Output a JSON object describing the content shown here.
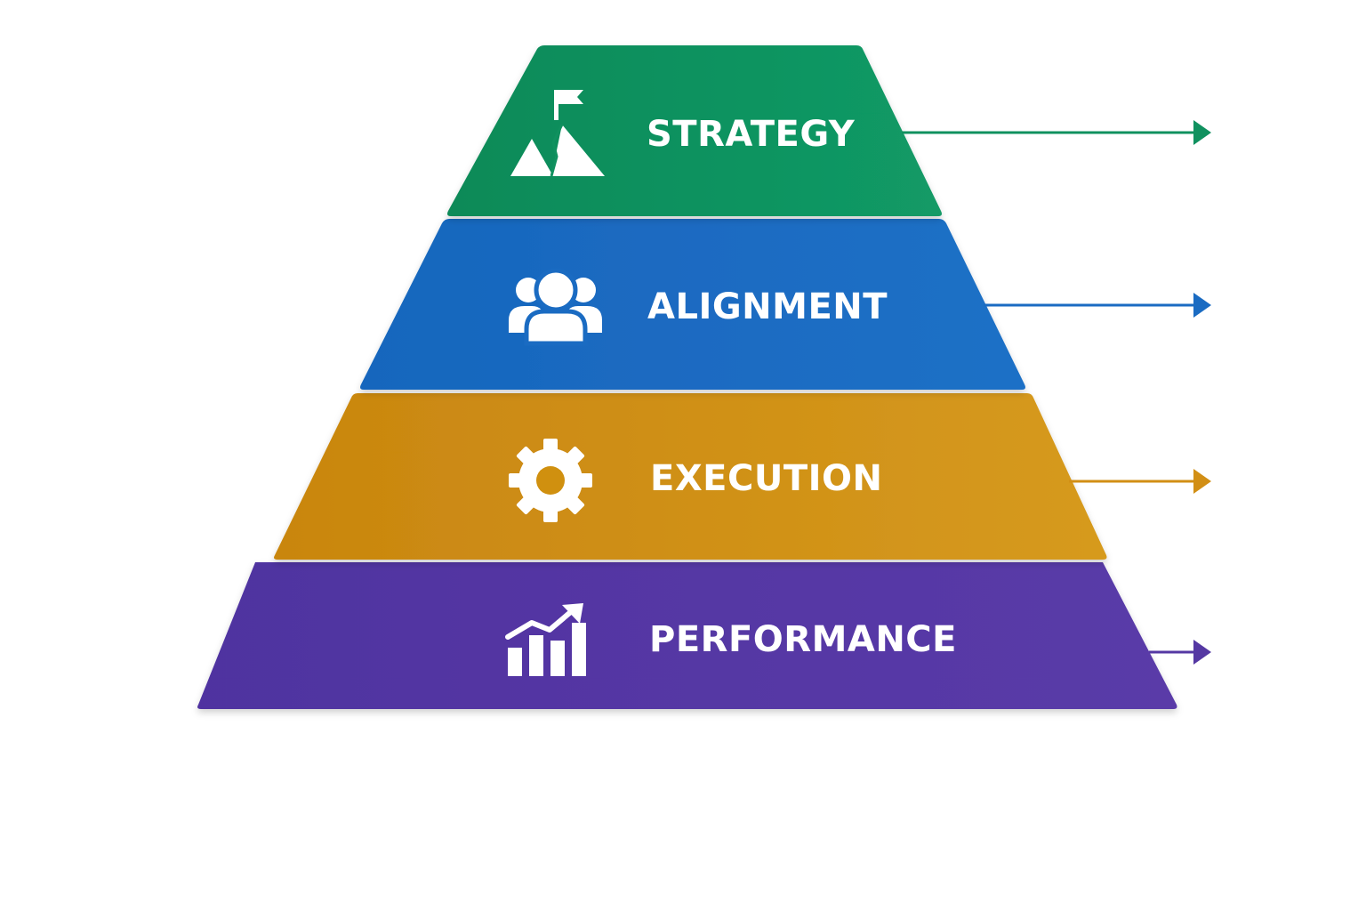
{
  "pyramid": {
    "tiers": [
      {
        "label": "STRATEGY",
        "icon": "mountain-flag-icon",
        "color": "#10915f"
      },
      {
        "label": "ALIGNMENT",
        "icon": "team-group-icon",
        "color": "#1a6bc2"
      },
      {
        "label": "EXECUTION",
        "icon": "gear-icon",
        "color": "#d28f15"
      },
      {
        "label": "PERFORMANCE",
        "icon": "growth-chart-icon",
        "color": "#5538a3"
      }
    ]
  }
}
